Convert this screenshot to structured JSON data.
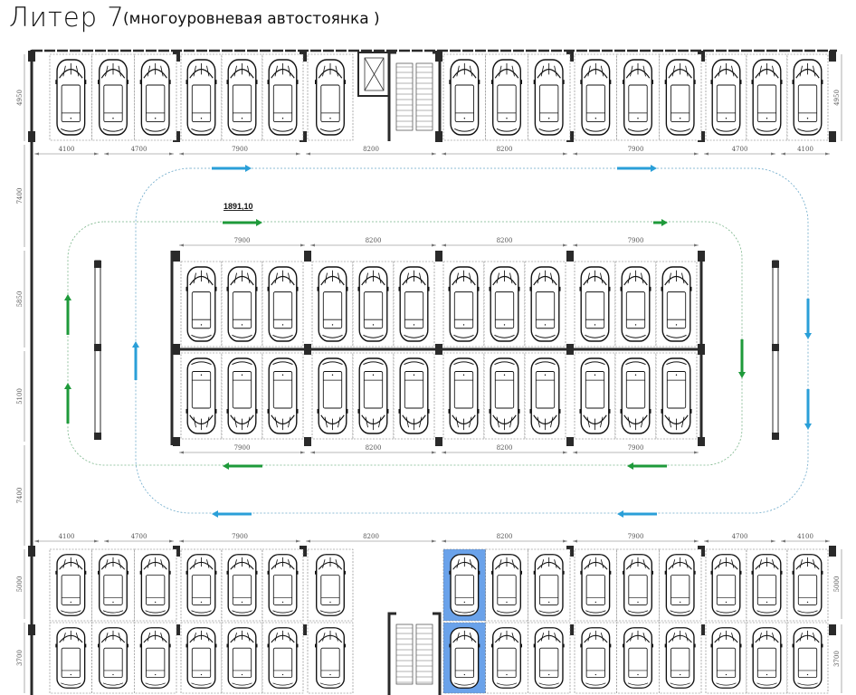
{
  "title": {
    "main": "Литер 7",
    "sub": "(многоуровневая автостоянка )"
  },
  "marker_label": "1891,10",
  "dimensions": {
    "top": [
      "4100",
      "4700",
      "7900",
      "8200",
      "8200",
      "7900",
      "4700",
      "4100"
    ],
    "middle_top": [
      "7900",
      "8200",
      "8200",
      "7900"
    ],
    "middle_bottom": [
      "7900",
      "8200",
      "8200",
      "7900"
    ],
    "bottom": [
      "4100",
      "4700",
      "7900",
      "8200",
      "8200",
      "7900",
      "4700",
      "4100"
    ],
    "left": [
      "4950",
      "7400",
      "5850",
      "5100",
      "7400",
      "5000",
      "3700"
    ],
    "right": [
      "4950",
      "5000",
      "3700"
    ]
  },
  "highlighted_spot": {
    "row": "bottom",
    "group": 3,
    "index": 0,
    "color": "#6aa2ea"
  },
  "colors": {
    "blue_arrow": "#2a9fd8",
    "green_arrow": "#1e9a3a",
    "wall": "#2a2a2a"
  }
}
